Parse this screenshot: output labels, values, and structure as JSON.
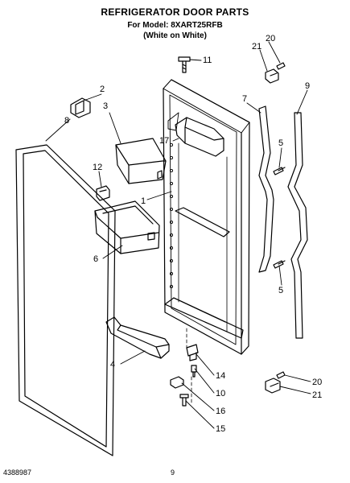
{
  "header": {
    "title": "REFRIGERATOR DOOR PARTS",
    "model_line": "For Model: 8XART25RFB",
    "color_line": "(White on White)"
  },
  "footer": {
    "doc_number": "4388987",
    "page_number": "9"
  },
  "callouts": {
    "c1": "1",
    "c2": "2",
    "c3": "3",
    "c4": "4",
    "c5a": "5",
    "c5b": "5",
    "c6": "6",
    "c7": "7",
    "c8": "8",
    "c9": "9",
    "c10": "10",
    "c11": "11",
    "c12": "12",
    "c14": "14",
    "c15": "15",
    "c16": "16",
    "c17": "17",
    "c20a": "20",
    "c20b": "20",
    "c21a": "21",
    "c21b": "21"
  }
}
